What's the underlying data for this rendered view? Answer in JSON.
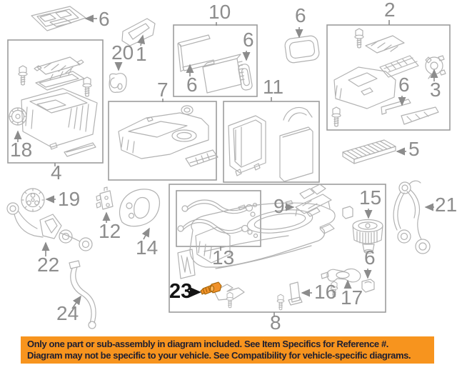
{
  "diagram": {
    "title_hint": "HVAC evaporator and heater components exploded parts diagram",
    "line_color": "#b2b2b2",
    "box_color": "#9c9c9c",
    "label_color": "#8d8d8d",
    "highlight_label_color": "#141414",
    "highlight_color": "#F0912A",
    "callouts": [
      {
        "id": "cover-panel",
        "text": "6"
      },
      {
        "id": "trim-bezel",
        "text": "1"
      },
      {
        "id": "grommet-upper",
        "text": "20"
      },
      {
        "id": "clutch-disc",
        "text": "18"
      },
      {
        "id": "case-assembly-group",
        "text": "4"
      },
      {
        "id": "adjust-wheel",
        "text": "19"
      },
      {
        "id": "wire-harness-left",
        "text": "22"
      },
      {
        "id": "drain-hose",
        "text": "24"
      },
      {
        "id": "expansion-valve",
        "text": "12"
      },
      {
        "id": "seal-plate",
        "text": "14"
      },
      {
        "id": "lower-case-group",
        "text": "7"
      },
      {
        "id": "heater-core-group",
        "text": "10"
      },
      {
        "id": "heater-pipe-seal",
        "text": "6"
      },
      {
        "id": "heater-core-seal",
        "text": "6"
      },
      {
        "id": "evaporator-group",
        "text": "11"
      },
      {
        "id": "upper-case-group",
        "text": "2"
      },
      {
        "id": "case-seal",
        "text": "6"
      },
      {
        "id": "actuator",
        "text": "3"
      },
      {
        "id": "strip-seal",
        "text": "6"
      },
      {
        "id": "cabin-air-filter",
        "text": "5"
      },
      {
        "id": "support-bracket",
        "text": "9"
      },
      {
        "id": "blower-motor",
        "text": "15"
      },
      {
        "id": "wire-harness-right",
        "text": "21"
      },
      {
        "id": "grommet-lower",
        "text": "6"
      },
      {
        "id": "ac-pipes-group",
        "text": "13"
      },
      {
        "id": "mount-bracket",
        "text": "16"
      },
      {
        "id": "pipe-clamp",
        "text": "17"
      },
      {
        "id": "highlighted-bolt",
        "text": "23"
      },
      {
        "id": "floor-case-group",
        "text": "8"
      }
    ]
  },
  "banner": {
    "line1": "Only one part or sub-assembly in diagram included. See Item Specifics for Reference #.",
    "line2": "Diagram may not be specific to your vehicle. See Compatibility for vehicle-specific diagrams.",
    "bg_color": "#F7941E",
    "text_color": "#1E1E30"
  }
}
